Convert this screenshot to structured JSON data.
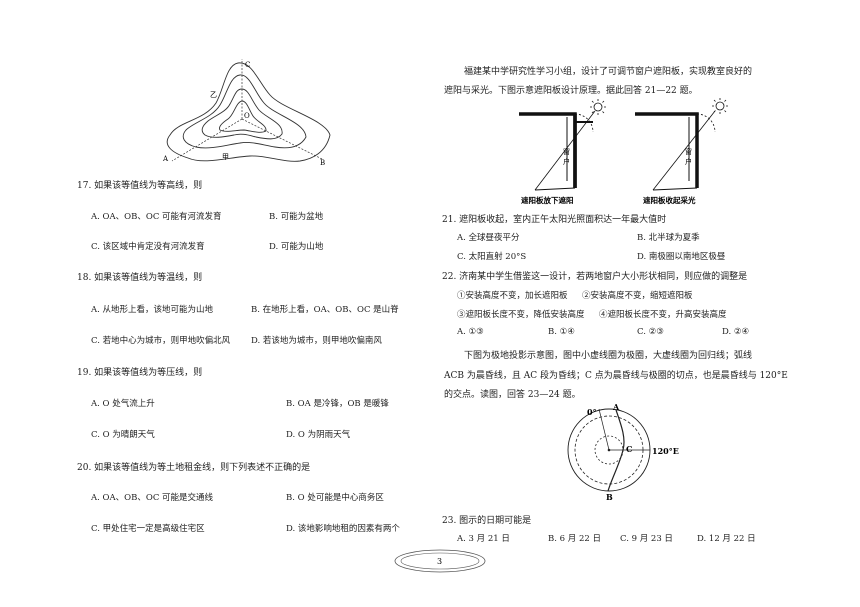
{
  "page_number": "3",
  "left": {
    "figure": {
      "labels": {
        "c": "C",
        "o": "O",
        "a": "A",
        "b": "B",
        "jia": "甲",
        "yi": "乙"
      }
    },
    "q17": {
      "stem": "17. 如果该等值线为等高线，则",
      "a": "A. OA、OB、OC 可能有河流发育",
      "b": "B. 可能为盆地",
      "c": "C. 该区域中肯定没有河流发育",
      "d": "D. 可能为山地"
    },
    "q18": {
      "stem": "18. 如果该等值线为等温线，则",
      "a": "A. 从地形上看，该地可能为山地",
      "b": "B. 在地形上看，OA、OB、OC 是山脊",
      "c": "C. 若地中心为城市，则甲地吹偏北风",
      "d": "D. 若该地为城市，则甲地吹偏南风"
    },
    "q19": {
      "stem": "19. 如果该等值线为等压线，则",
      "a": "A. O 处气流上升",
      "b": "B. OA 是冷锋，OB 是暖锋",
      "c": "C. O 为晴朗天气",
      "d": "D. O 为阴雨天气"
    },
    "q20": {
      "stem": "20. 如果该等值线为等土地租金线，则下列表述不正确的是",
      "a": "A. OA、OB、OC 可能是交通线",
      "b": "B. O 处可能是中心商务区",
      "c": "C. 甲处住宅一定是高级住宅区",
      "d": "D. 该地影响地租的因素有两个"
    }
  },
  "right": {
    "intro1": "福建某中学研究性学习小组，设计了可调节窗户遮阳板，实现教室良好的",
    "intro2": "遮阳与采光。下图示意遮阳板设计原理。据此回答 21—22 题。",
    "fig1": {
      "window1": "窗",
      "window2": "户",
      "caption_left": "遮阳板放下遮阳",
      "caption_right": "遮阳板收起采光"
    },
    "q21": {
      "stem": "21. 遮阳板收起，室内正午太阳光照面积达一年最大值时",
      "a": "A. 全球昼夜平分",
      "b": "B. 北半球为夏季",
      "c": "C. 太阳直射 20°S",
      "d": "D. 南极圈以南地区极昼"
    },
    "q22": {
      "stem": "22. 济南某中学生借鉴这一设计，若两地窗户大小形状相同，则应做的调整是",
      "s1": "①安装高度不变，加长遮阳板",
      "s2": "②安装高度不变，缩短遮阳板",
      "s3": "③遮阳板长度不变，降低安装高度",
      "s4": "④遮阳板长度不变，升高安装高度",
      "a": "A. ①③",
      "b": "B. ①④",
      "c": "C. ②③",
      "d": "D. ②④"
    },
    "intro3": "下图为极地投影示意图，图中小虚线圈为极圈，大虚线圈为回归线；弧线",
    "intro4": "ACB 为晨昏线，且 AC 段为昏线；C 点为晨昏线与极圈的切点，也是晨昏线与 120°E",
    "intro5": "的交点。读图，回答 23—24 题。",
    "fig2": {
      "zero": "0°",
      "a": "A",
      "b": "B",
      "c": "C",
      "lon": "120°E"
    },
    "q23": {
      "stem": "23. 图示的日期可能是",
      "a": "A. 3 月 21 日",
      "b": "B. 6 月 22 日",
      "c": "C. 9 月 23 日",
      "d": "D. 12 月 22 日"
    }
  }
}
